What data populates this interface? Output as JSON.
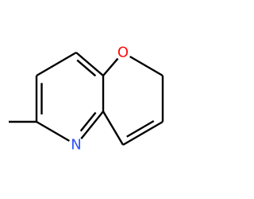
{
  "molecule": {
    "atoms": [
      {
        "id": "O1",
        "symbol": "O",
        "label": "O",
        "color": "#ff0d0d",
        "shown": true
      },
      {
        "id": "N1",
        "symbol": "N",
        "label": "N",
        "color": "#3050f8",
        "shown": true
      },
      {
        "id": "C2",
        "symbol": "C",
        "label": "",
        "shown": false
      },
      {
        "id": "C3",
        "symbol": "C",
        "label": "",
        "shown": false
      },
      {
        "id": "C4",
        "symbol": "C",
        "label": "",
        "shown": false
      },
      {
        "id": "C4a",
        "symbol": "C",
        "label": "",
        "shown": false
      },
      {
        "id": "C5",
        "symbol": "C",
        "label": "",
        "shown": false
      },
      {
        "id": "C6",
        "symbol": "C",
        "label": "",
        "shown": false
      },
      {
        "id": "C7",
        "symbol": "C",
        "label": "",
        "shown": false
      },
      {
        "id": "C8",
        "symbol": "C",
        "label": "",
        "shown": false
      },
      {
        "id": "CMe",
        "symbol": "C",
        "label": "",
        "shown": false
      }
    ],
    "bonds": [
      {
        "a": "O1",
        "b": "C2",
        "order": 1
      },
      {
        "a": "C2",
        "b": "C3",
        "order": 1
      },
      {
        "a": "C3",
        "b": "C4",
        "order": 2
      },
      {
        "a": "C4",
        "b": "C4a",
        "order": 1
      },
      {
        "a": "C4a",
        "b": "N1",
        "order": 2
      },
      {
        "a": "N1",
        "b": "C5",
        "order": 1
      },
      {
        "a": "C5",
        "b": "C6",
        "order": 2
      },
      {
        "a": "C6",
        "b": "C7",
        "order": 1
      },
      {
        "a": "C7",
        "b": "C8",
        "order": 2
      },
      {
        "a": "C8",
        "b": "C4a",
        "order": 1
      },
      {
        "a": "C8",
        "b": "O1",
        "order": 1
      },
      {
        "a": "C5",
        "b": "CMe",
        "order": 1
      }
    ]
  }
}
